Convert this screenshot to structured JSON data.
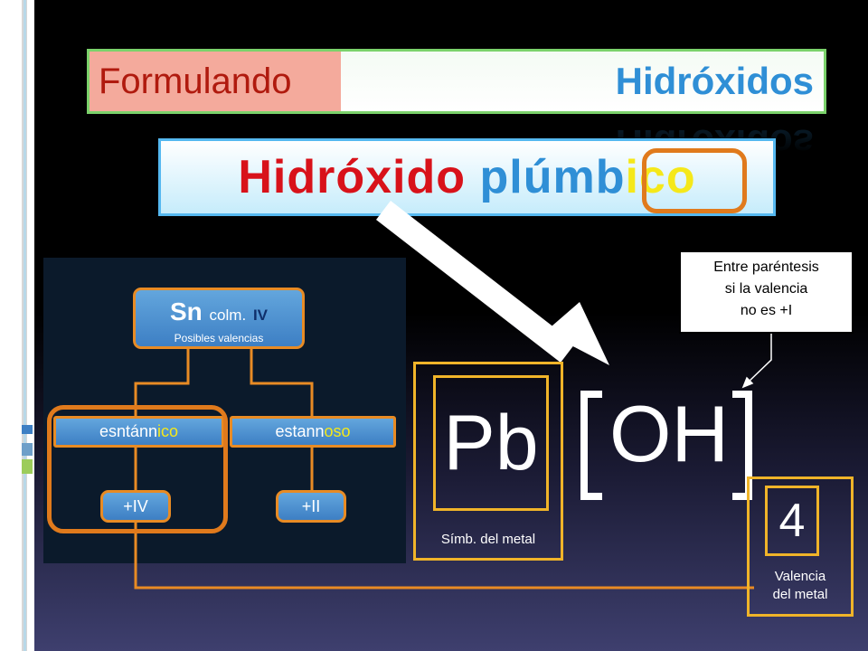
{
  "header": {
    "title_left": "Formulando",
    "title_right": "Hidróxidos"
  },
  "subtitle": {
    "word1": "Hidróxido",
    "word2_stem": "plúmb",
    "word2_suffix": "ico"
  },
  "tree": {
    "root_symbol": "Sn",
    "root_col_label": "colm.",
    "root_col_value": "IV",
    "root_caption": "Posibles valencias",
    "branch_ic_stem": "esntánn",
    "branch_ic_suffix": "ico",
    "branch_os_stem": "estann",
    "branch_os_suffix": "oso",
    "valence_ic": "+IV",
    "valence_os": "+II"
  },
  "formula": {
    "metal_symbol": "Pb",
    "metal_label": "Símb. del metal",
    "group": "OH",
    "subscript": "4",
    "subscript_label_line1": "Valencia",
    "subscript_label_line2": "del metal",
    "note_line1": "Entre paréntesis",
    "note_line2": "si la valencia",
    "note_line3": "no es +I"
  },
  "colors": {
    "title_red": "#b01a0e",
    "title_blue": "#2f8fd6",
    "subtitle_red": "#d8121a",
    "suffix_yellow": "#f5e81a",
    "highlight_orange": "#e07a1c",
    "box_gold": "#f0b429",
    "node_blue": "#4d8fd0"
  }
}
